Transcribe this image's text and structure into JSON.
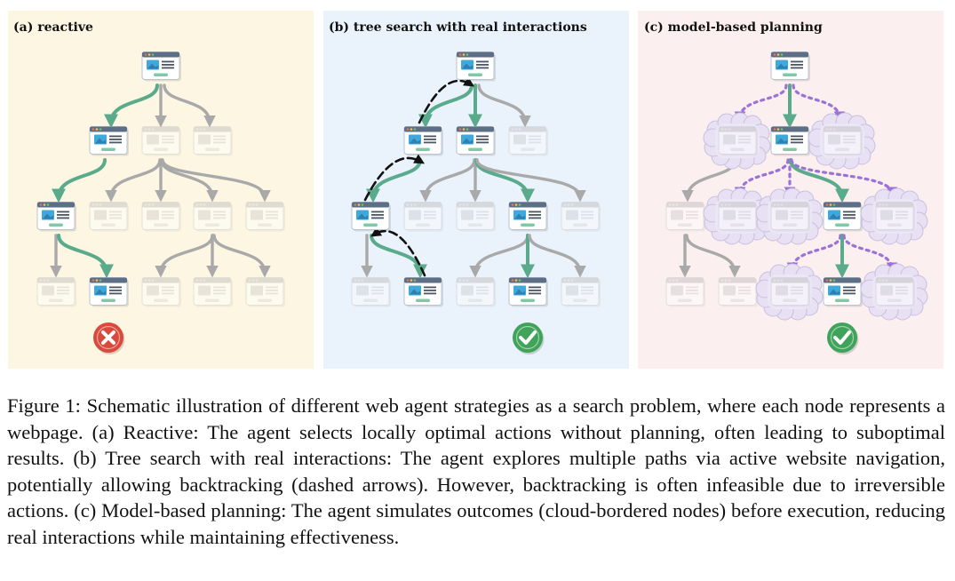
{
  "figure": {
    "panels": [
      {
        "id": "reactive",
        "title": "(a) reactive",
        "outcome": "failure"
      },
      {
        "id": "tree-search",
        "title": "(b) tree search with real interactions",
        "outcome": "success"
      },
      {
        "id": "model-based",
        "title": "(c) model-based planning",
        "outcome": "success"
      }
    ],
    "colors": {
      "panel_a_bg": "#fdf6e3",
      "panel_b_bg": "#eaf2fb",
      "panel_c_bg": "#fcefef",
      "path_green": "#5aaa8c",
      "inactive_gray": "#a9a9a9",
      "backtrack_black": "#111111",
      "simulate_purple": "#9b72d6",
      "fail_red": "#d94a3d",
      "success_green": "#3fa35a"
    },
    "icons": [
      "webpage-node-icon",
      "cloud-webpage-node-icon",
      "fail-x-icon",
      "success-check-icon"
    ]
  },
  "caption": {
    "label": "Figure 1:",
    "text": " Schematic illustration of different web agent strategies as a search problem, where each node represents a webpage. (a) Reactive: The agent selects locally optimal actions without planning, often leading to suboptimal results. (b) Tree search with real interactions: The agent explores multiple paths via active website navigation, potentially allowing backtracking (dashed arrows). However, backtracking is often infeasible due to irreversible actions. (c) Model-based planning: The agent simulates outcomes (cloud-bordered nodes) before execution, reducing real interactions while maintaining effectiveness."
  }
}
